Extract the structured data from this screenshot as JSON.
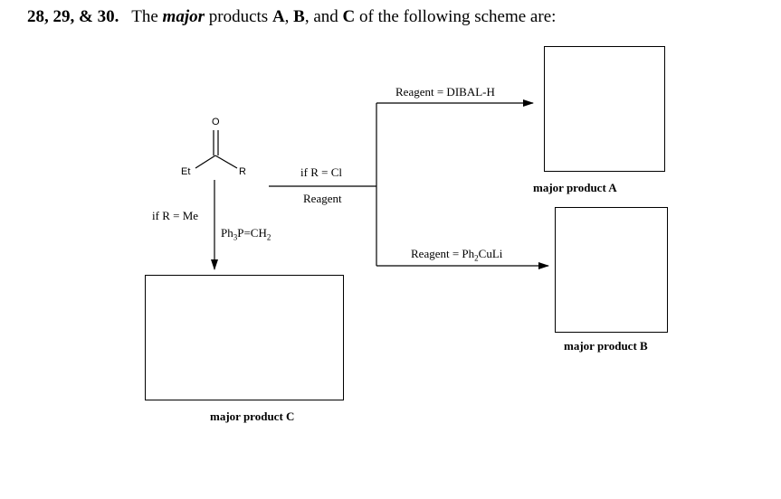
{
  "question": {
    "number": "28, 29, & 30.",
    "text_before": "The",
    "emphasis": "major",
    "text_middle": "products",
    "label_a": "A",
    "comma": ",",
    "label_b": "B",
    "conj": ", and",
    "label_c": "C",
    "text_after": "of the following scheme are:"
  },
  "molecule": {
    "atom_o": "O",
    "atom_left": "Et",
    "atom_right": "R"
  },
  "conditions": {
    "cl_condition": "if R = Cl",
    "reagent_generic": "Reagent",
    "me_condition": "if R = Me",
    "wittig_main": "Ph",
    "wittig_sub": "3",
    "wittig_mid": "P=CH",
    "wittig_sub2": "2",
    "reagent_a": "Reagent = DIBAL-H",
    "reagent_b_main": "Reagent = Ph",
    "reagent_b_sub": "2",
    "reagent_b_end": "CuLi"
  },
  "products": {
    "a_label": "major product A",
    "b_label": "major product B",
    "c_label": "major product C"
  }
}
